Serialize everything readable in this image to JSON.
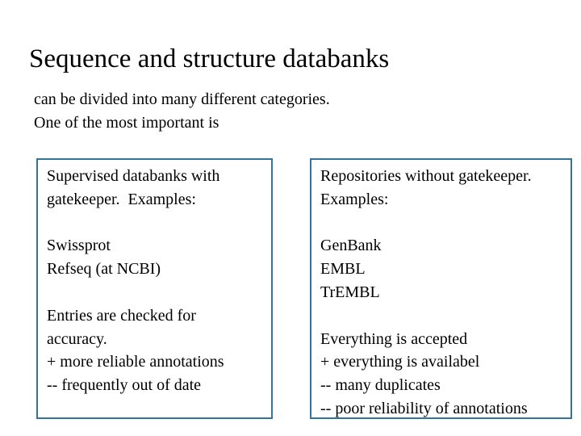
{
  "slide": {
    "title": "Sequence and structure databanks",
    "intro": {
      "line1": "can be divided into many different categories.",
      "line2": "One of the most important is"
    }
  },
  "boxes": {
    "supervised": {
      "lines": [
        "Supervised databanks with",
        "gatekeeper.  Examples:",
        "",
        "Swissprot",
        "Refseq (at NCBI)",
        "",
        "Entries are checked for",
        "accuracy.",
        "+ more reliable annotations",
        "-- frequently out of date"
      ]
    },
    "repositories": {
      "lines": [
        "Repositories without gatekeeper.",
        "Examples:",
        "",
        "GenBank",
        "EMBL",
        "TrEMBL",
        "",
        "Everything is accepted",
        "+ everything is availabel",
        "-- many duplicates",
        "-- poor reliability of annotations"
      ]
    }
  },
  "colors": {
    "background": "#ffffff",
    "text": "#000000",
    "box_border": "#33749c"
  }
}
